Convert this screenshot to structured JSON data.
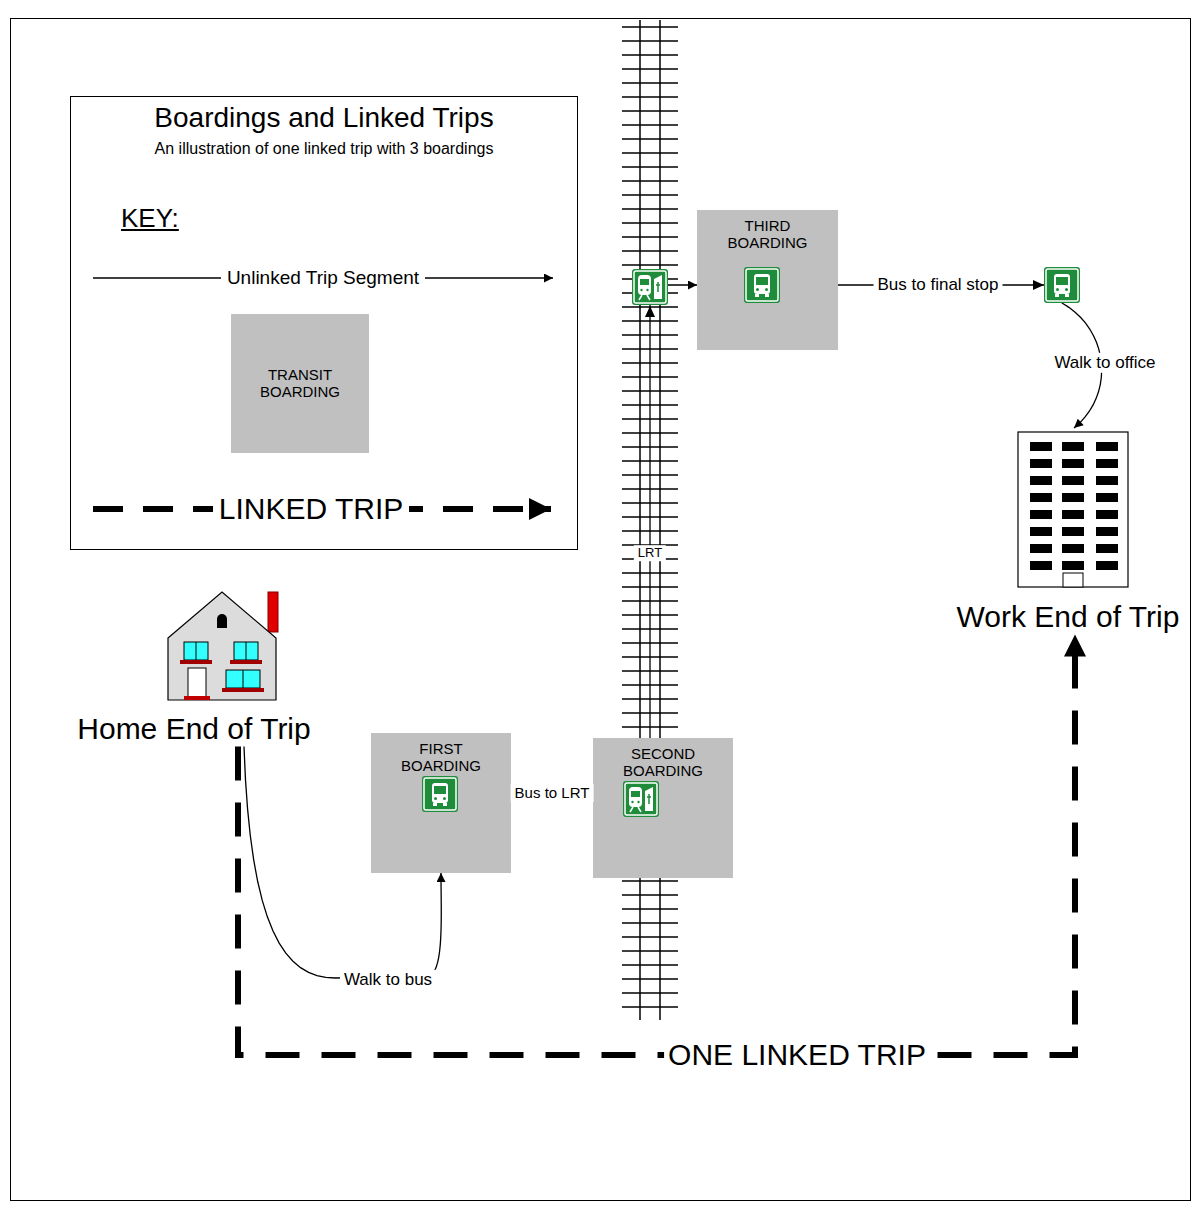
{
  "diagram": {
    "nodes": [
      {
        "text": [
          "Boardings and Linked Trips",
          "An illustration of one linked trip with 3 boardings",
          "KEY:"
        ]
      },
      {
        "text": [
          "Home End of Trip"
        ]
      },
      {
        "text": [
          "FIRST BOARDING"
        ]
      },
      {
        "text": [
          "SECOND BOARDING"
        ]
      },
      {
        "text": [
          "THIRD BOARDING"
        ]
      },
      {
        "text": [
          "Work End of Trip"
        ]
      }
    ],
    "edges": [
      {
        "from": 1,
        "to": 2,
        "arrow": "to",
        "label": "Walk to bus"
      },
      {
        "from": 2,
        "to": 3,
        "arrow": "to",
        "label": "Bus to LRT"
      },
      {
        "from": 3,
        "to": 4,
        "arrow": "to"
      },
      {
        "from": 4,
        "to": 5,
        "arrow": "to",
        "label": "Bus to final stop"
      },
      {
        "from": 1,
        "to": 5,
        "arrow": "to",
        "label": "ONE LINKED TRIP"
      }
    ],
    "labels": [
      "Walk to office",
      "LRT"
    ],
    "legend": [
      {
        "text": "Unlinked Trip Segment"
      },
      {
        "text": "TRANSIT BOARDING",
        "color": "#c0c0c0"
      },
      {
        "text": "LINKED TRIP"
      }
    ]
  }
}
